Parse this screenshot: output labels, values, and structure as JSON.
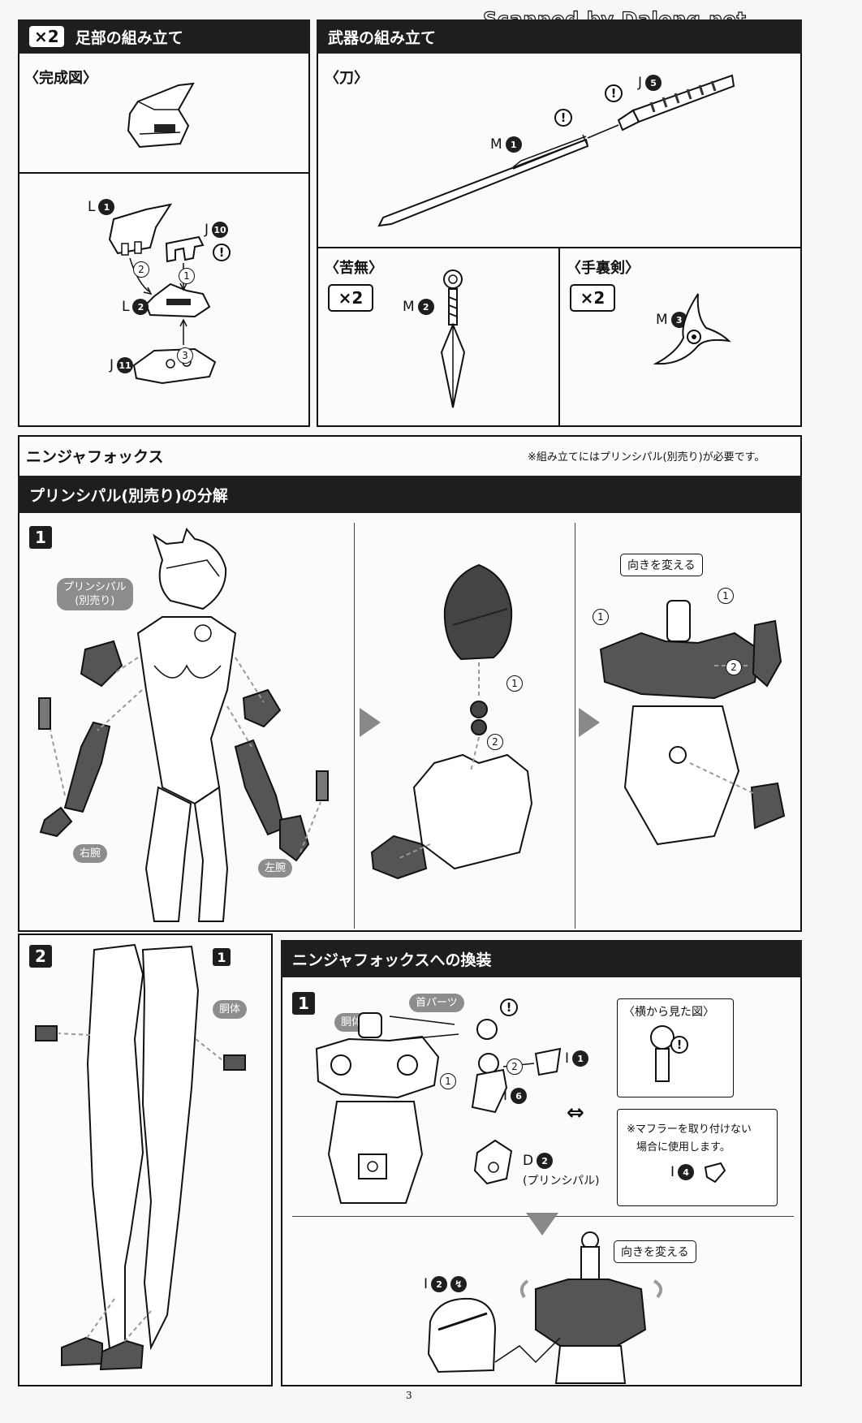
{
  "watermark": "Scanned by Dalong.net",
  "page_number": "3",
  "legs": {
    "multiplier": "×2",
    "title": "足部の組み立て",
    "completed_label": "〈完成図〉",
    "parts": [
      {
        "letter": "L",
        "num": "1"
      },
      {
        "letter": "J",
        "num": "10"
      },
      {
        "letter": "L",
        "num": "2"
      },
      {
        "letter": "J",
        "num": "11"
      }
    ],
    "step_circles": [
      "2",
      "1",
      "3"
    ]
  },
  "weapons": {
    "title": "武器の組み立て",
    "katana": {
      "label": "〈刀〉",
      "part_a": {
        "letter": "M",
        "num": "1"
      },
      "part_b": {
        "letter": "J",
        "num": "5"
      }
    },
    "kunai": {
      "label": "〈苦無〉",
      "multiplier": "×2",
      "part": {
        "letter": "M",
        "num": "2"
      }
    },
    "shuriken": {
      "label": "〈手裏剣〉",
      "multiplier": "×2",
      "part": {
        "letter": "M",
        "num": "3"
      }
    }
  },
  "ninja": {
    "title": "ニンジャフォックス",
    "note": "※組み立てにはプリンシパル(別売り)が必要です。"
  },
  "disassembly": {
    "title": "プリンシパル(別売り)の分解",
    "step1": "1",
    "tag_principal_line1": "プリンシパル",
    "tag_principal_line2": "(別売り)",
    "tag_right_arm": "右腕",
    "tag_left_arm": "左腕",
    "change_direction": "向きを変える",
    "circles": [
      "1",
      "2",
      "1",
      "1",
      "2"
    ],
    "step2": "2",
    "step2_badge": "1",
    "tag_torso": "胴体"
  },
  "conversion": {
    "title": "ニンジャフォックスへの換装",
    "step1": "1",
    "tag_torso": "胴体",
    "tag_neck": "首パーツ",
    "side_view": "〈横から見た図〉",
    "part_i1": {
      "letter": "I",
      "num": "1"
    },
    "part_i6": {
      "letter": "I",
      "num": "6"
    },
    "part_d2": {
      "letter": "D",
      "num": "2"
    },
    "d2_note": "(プリンシパル)",
    "muffler_note_line1": "※マフラーを取り付けない",
    "muffler_note_line2": "場合に使用します。",
    "part_i4": {
      "letter": "I",
      "num": "4"
    },
    "change_direction": "向きを変える",
    "part_i2": {
      "letter": "I",
      "num": "2"
    },
    "circles": [
      "2",
      "1"
    ]
  }
}
